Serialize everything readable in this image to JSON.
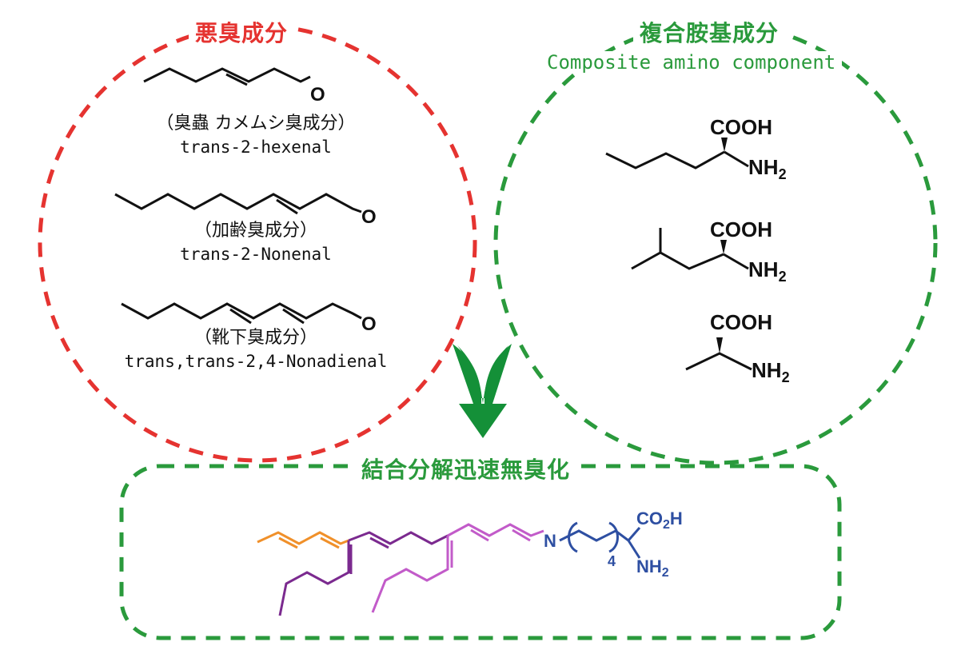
{
  "left_circle": {
    "title": "悪臭成分",
    "molecules": [
      {
        "jp": "（臭蟲 カメムシ臭成分）",
        "en": "trans-2-hexenal"
      },
      {
        "jp": "（加齢臭成分）",
        "en": "trans-2-Nonenal"
      },
      {
        "jp": "（靴下臭成分）",
        "en": "trans,trans-2,4-Nonadienal"
      }
    ],
    "atom_label": "O"
  },
  "right_circle": {
    "title": "複合胺基成分",
    "subtitle": "Composite amino component",
    "cooh": "COOH",
    "nh2_main": "NH",
    "nh2_sub": "2"
  },
  "bottom_box": {
    "title": "結合分解迅速無臭化",
    "n_label": "N",
    "co2h_main": "CO",
    "co2h_sub": "2",
    "co2h_tail": "H",
    "repeat": "4",
    "nh2_main": "NH",
    "nh2_sub": "2"
  },
  "colors": {
    "red": "#e53330",
    "green": "#2a9a3c",
    "orange": "#f0902a",
    "purple": "#7b2a8f",
    "magenta": "#c25bc9",
    "blue": "#2e4fa2"
  }
}
